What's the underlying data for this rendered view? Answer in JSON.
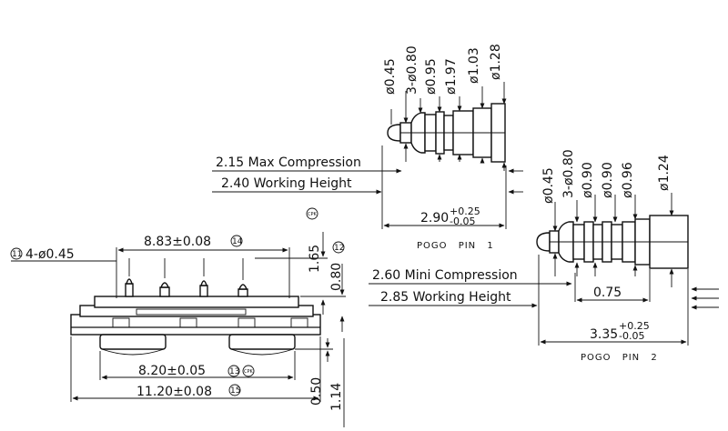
{
  "pin1": {
    "dims": [
      "ø0.45",
      "3-ø0.80",
      "ø0.95",
      "ø1.97",
      "ø1.03",
      "ø1.28"
    ],
    "max_compression": "2.15 Max Compression",
    "working_height": "2.40 Working Height",
    "length_base": "2.90",
    "length_tol_plus": "+0.25",
    "length_tol_minus": "-0.05",
    "caption": "POGO PIN 1"
  },
  "pin2": {
    "dims": [
      "ø0.45",
      "3-ø0.80",
      "ø0.90",
      "ø0.90",
      "ø0.96",
      "ø1.24"
    ],
    "mini_compression": "2.60 Mini Compression",
    "working_height": "2.85 Working Height",
    "step": "0.75",
    "length_base": "3.35",
    "length_tol_plus": "+0.25",
    "length_tol_minus": "-0.05",
    "caption": "POGO PIN 2"
  },
  "connector": {
    "hole_spec": "4-ø0.45",
    "hole_marker": "11",
    "pitch": "8.83±0.08",
    "pitch_marker": "14",
    "height": "1.65",
    "height_marker": "CPK",
    "offset": "0.80",
    "offset_marker": "12",
    "inner_width": "8.20±0.05",
    "inner_marker": "13",
    "inner_marker2": "CPK",
    "outer_width": "11.20±0.08",
    "outer_marker": "15",
    "bottom_a": "0.50",
    "bottom_b": "1.14"
  }
}
